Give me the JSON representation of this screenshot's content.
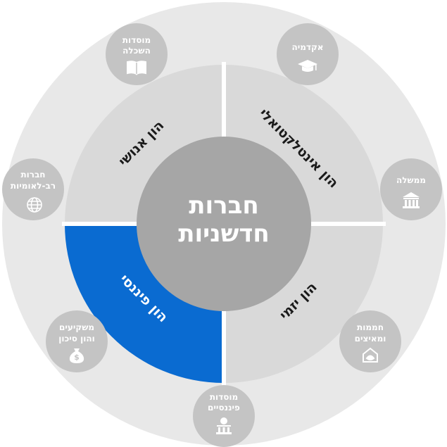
{
  "center": {
    "line1": "חברות",
    "line2": "חדשניות"
  },
  "sectors": [
    {
      "id": "intellectual",
      "label": "הון אינטלקטואלי",
      "active": false
    },
    {
      "id": "entrepreneurial",
      "label": "הון יזמי",
      "active": false
    },
    {
      "id": "financial",
      "label": "הון פיננסי",
      "active": true
    },
    {
      "id": "human",
      "label": "הון אנושי",
      "active": false
    }
  ],
  "satellites": [
    {
      "id": "academia",
      "line1": "אקדמיה",
      "line2": "",
      "icon": "graduation-cap-icon"
    },
    {
      "id": "government",
      "line1": "ממשלה",
      "line2": "",
      "icon": "government-building-icon"
    },
    {
      "id": "incubators",
      "line1": "חממות",
      "line2": "ומאיצים",
      "icon": "incubator-icon"
    },
    {
      "id": "financial-institutions",
      "line1": "מוסדות",
      "line2": "פיננסיים",
      "icon": "bank-icon"
    },
    {
      "id": "investors",
      "line1": "משקיעים",
      "line2": "והון סיכון",
      "icon": "money-bag-icon"
    },
    {
      "id": "multinationals",
      "line1": "חברות",
      "line2": "רב-לאומיות",
      "icon": "globe-icon"
    },
    {
      "id": "education",
      "line1": "מוסדות",
      "line2": "השכלה",
      "icon": "book-icon"
    }
  ],
  "colors": {
    "outer_ring": "#e8e8e8",
    "sector": "#d9d9d9",
    "sector_active": "#0a6bd1",
    "center": "#a6a6a6",
    "satellite": "#c4c4c4",
    "divider": "#ffffff",
    "sector_text": "#1a1a1a",
    "sector_text_active": "#ffffff"
  }
}
